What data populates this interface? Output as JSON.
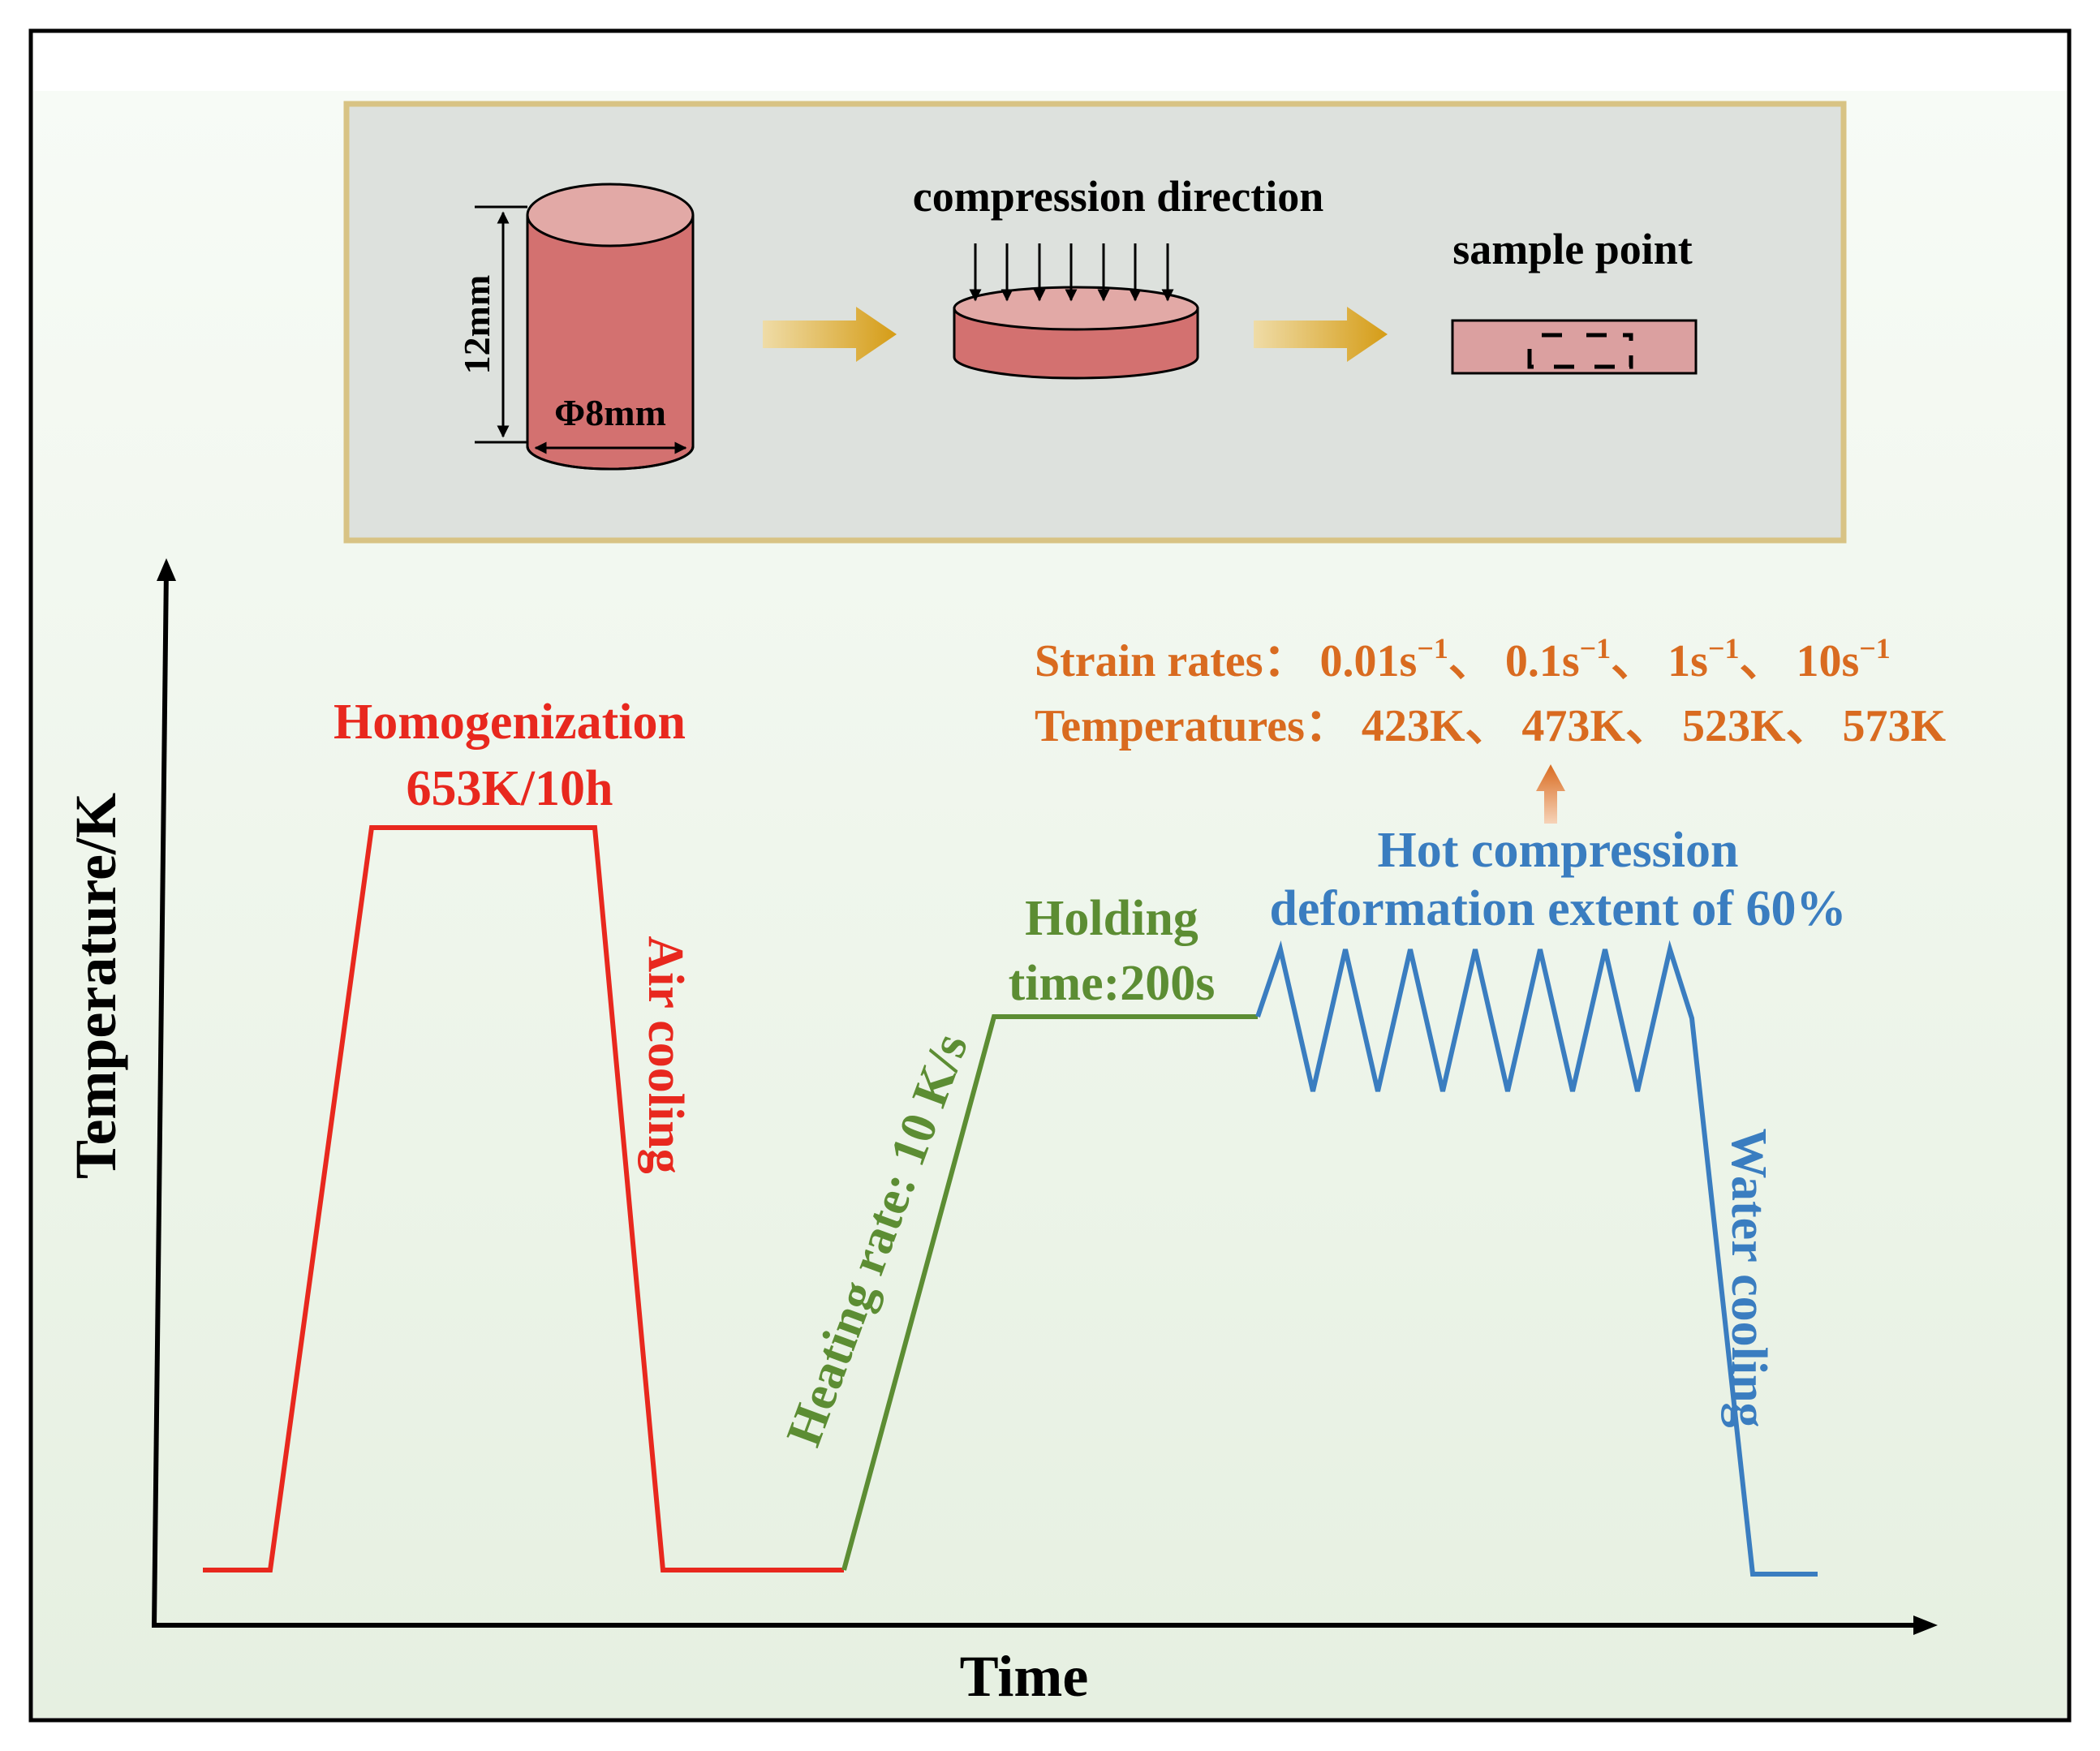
{
  "colors": {
    "frame": "#000000",
    "panel_bg_top": "#f6faf5",
    "panel_bg_bottom": "#e7f1e2",
    "inset_bg": "#dde1dd",
    "inset_border": "#d8c384",
    "sample_fill": "#d37170",
    "sample_top": "#e2a9a6",
    "arrow_gold": "#d7a11c",
    "homogenization": "#e8281e",
    "heating": "#5c8d33",
    "compression": "#3a7dc0",
    "params": "#d96b20"
  },
  "inset": {
    "height_label": "12mm",
    "diameter_label": "Φ8mm",
    "compression_label": "compression direction",
    "sample_label": "sample point"
  },
  "axes": {
    "y_label": "Temperature/K",
    "x_label": "Time"
  },
  "stages": {
    "homogenization_title": "Homogenization",
    "homogenization_condition": "653K/10h",
    "air_cooling": "Air cooling",
    "heating_rate": "Heating rate: 10 K/s",
    "holding_line1": "Holding",
    "holding_line2": "time:200s",
    "hot_compression_line1": "Hot compression",
    "hot_compression_line2": "deformation extent of 60%",
    "water_cooling": "Water cooling"
  },
  "parameters": {
    "strain_rates_label": "Strain rates：",
    "strain_rates": [
      "0.01s",
      "0.1s",
      "1s",
      "10s"
    ],
    "strain_rate_exponent": "−1",
    "separator": "、",
    "temperatures_label": "Temperatures：",
    "temperatures": [
      "423K",
      "473K",
      "523K",
      "573K"
    ]
  }
}
